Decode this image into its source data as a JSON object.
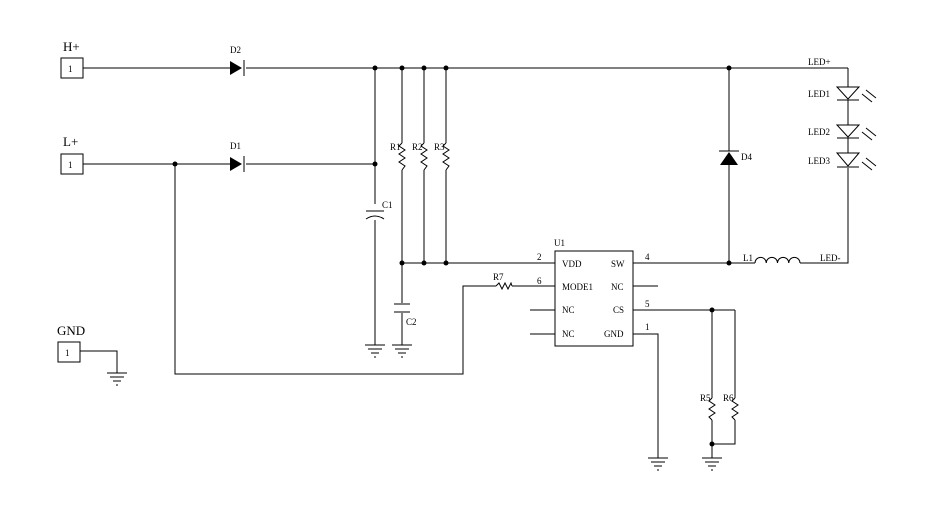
{
  "ports": {
    "h_plus": "H+",
    "l_plus": "L+",
    "gnd": "GND",
    "pin_number": "1"
  },
  "components": {
    "d1": "D1",
    "d2": "D2",
    "d4": "D4",
    "r1": "R1",
    "r2": "R2",
    "r3": "R3",
    "r5": "R5",
    "r6": "R6",
    "r7": "R7",
    "c1": "C1",
    "c2": "C2",
    "l1": "L1",
    "led1": "LED1",
    "led2": "LED2",
    "led3": "LED3"
  },
  "nets": {
    "led_plus": "LED+",
    "led_minus": "LED-"
  },
  "ic": {
    "ref": "U1",
    "pins": {
      "vdd": "VDD",
      "mode1": "MODE1",
      "nc_l1": "NC",
      "nc_l2": "NC",
      "sw": "SW",
      "nc_r": "NC",
      "cs": "CS",
      "gnd": "GND"
    },
    "pin_numbers": {
      "vdd": "2",
      "mode1": "6",
      "sw": "4",
      "cs": "5",
      "gnd": "1"
    }
  }
}
